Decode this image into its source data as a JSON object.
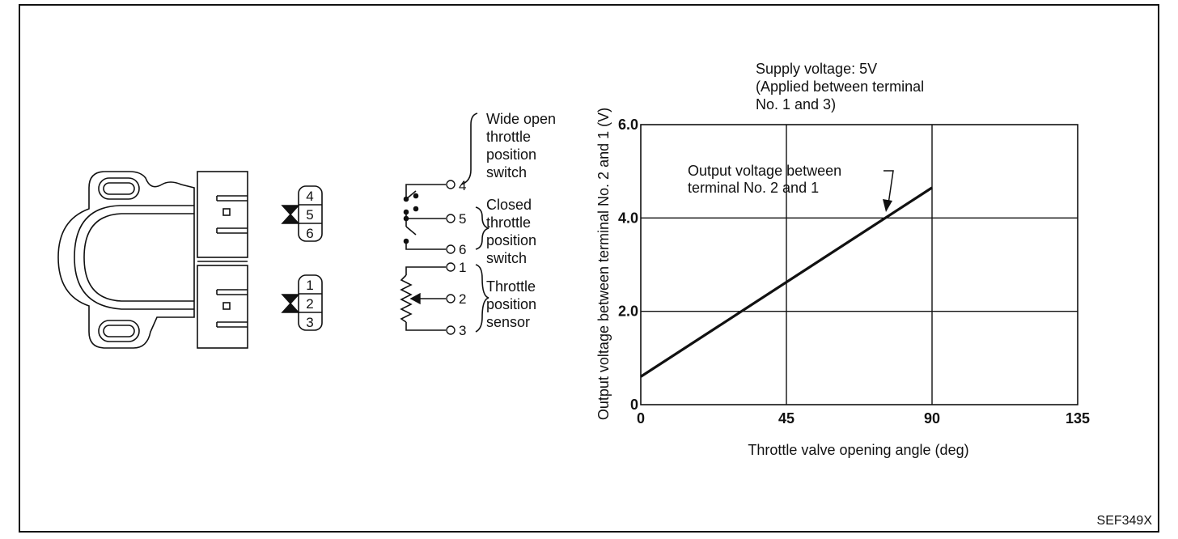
{
  "figure_id": "SEF349X",
  "connector_pins_upper": [
    "4",
    "5",
    "6"
  ],
  "connector_pins_lower": [
    "1",
    "2",
    "3"
  ],
  "circuit": {
    "terminals": [
      "4",
      "5",
      "6",
      "1",
      "2",
      "3"
    ],
    "wide_open_label": [
      "Wide open",
      "throttle",
      "position",
      "switch"
    ],
    "closed_label": [
      "Closed",
      "throttle",
      "position",
      "switch"
    ],
    "sensor_label": [
      "Throttle",
      "position",
      "sensor"
    ]
  },
  "supply_note": [
    "Supply voltage: 5V",
    "(Applied between terminal",
    "No. 1 and 3)"
  ],
  "curve_annotation": [
    "Output voltage between",
    "terminal No. 2 and 1"
  ],
  "chart_data": {
    "type": "line",
    "title": "",
    "xlabel": "Throttle valve opening angle (deg)",
    "ylabel": "Output voltage between terminal No. 2 and 1 (V)",
    "xlim": [
      0,
      135
    ],
    "ylim": [
      0,
      6
    ],
    "x_ticks": [
      0,
      45,
      90,
      135
    ],
    "x_tick_labels": [
      "0",
      "45",
      "90",
      "135"
    ],
    "y_ticks": [
      0,
      2,
      4,
      6
    ],
    "y_tick_labels": [
      "0",
      "2.0",
      "4.0",
      "6.0"
    ],
    "grid": true,
    "series": [
      {
        "x": [
          0,
          90
        ],
        "y": [
          0.6,
          4.65
        ]
      }
    ]
  }
}
